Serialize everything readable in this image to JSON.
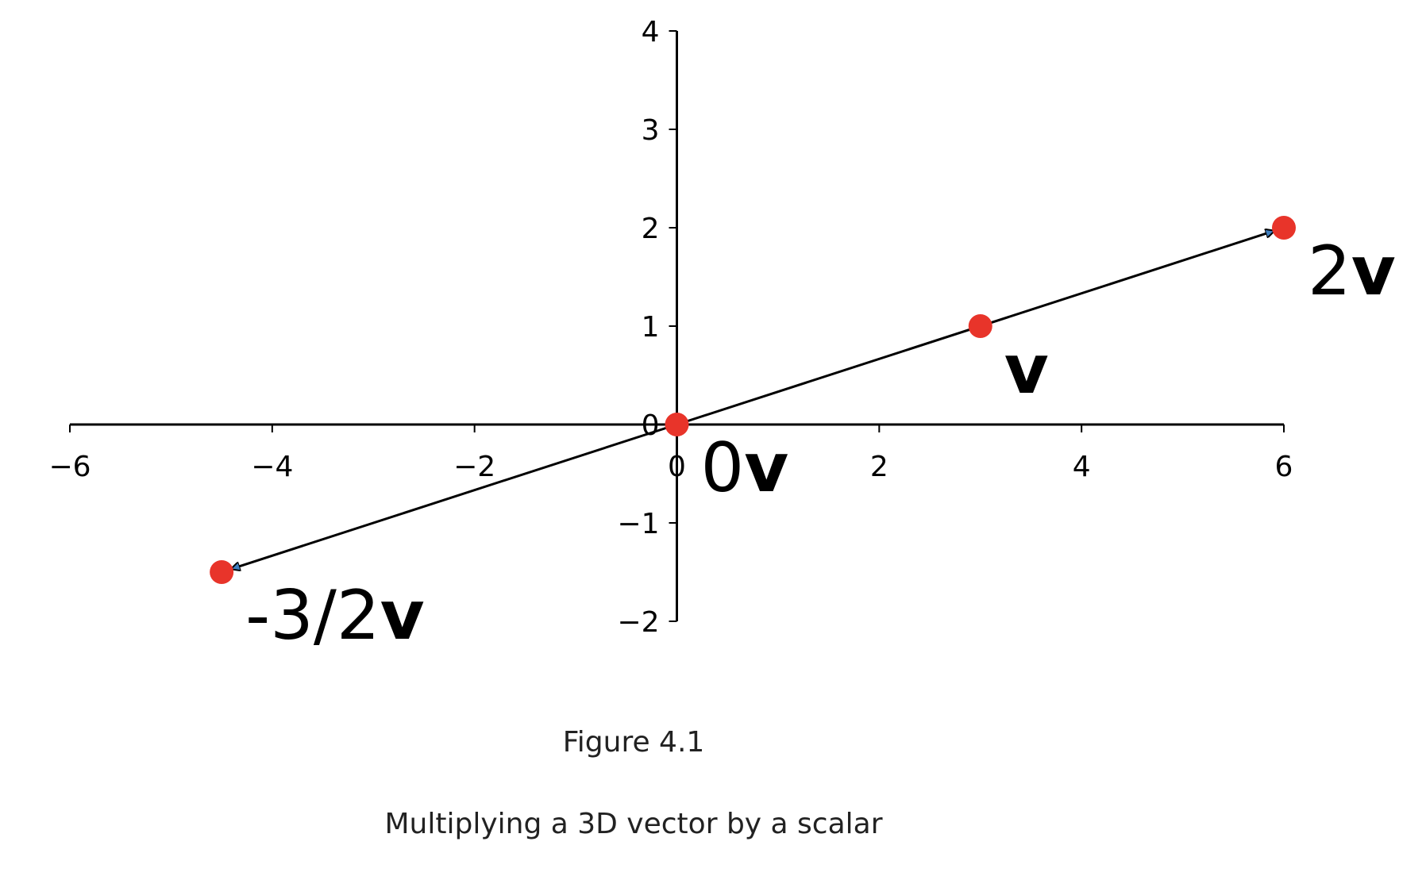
{
  "chart_data": {
    "type": "scatter",
    "title": "",
    "xlabel": "",
    "ylabel": "",
    "xlim": [
      -6,
      6
    ],
    "ylim": [
      -2,
      4
    ],
    "x_ticks": [
      -6,
      -4,
      -2,
      0,
      2,
      4,
      6
    ],
    "x_tick_labels": [
      "−6",
      "−4",
      "−2",
      "0",
      "2",
      "4",
      "6"
    ],
    "y_ticks": [
      -2,
      -1,
      0,
      1,
      2,
      3,
      4
    ],
    "y_tick_labels": [
      "−2",
      "−1",
      "0",
      "1",
      "2",
      "3",
      "4"
    ],
    "grid": false,
    "spines": "centered at origin",
    "points": [
      {
        "x": 6,
        "y": 2,
        "prefix": "2",
        "bold": "v"
      },
      {
        "x": 3,
        "y": 1,
        "prefix": "",
        "bold": "v"
      },
      {
        "x": 0,
        "y": 0,
        "prefix": "0",
        "bold": "v"
      },
      {
        "x": -4.5,
        "y": -1.5,
        "prefix": "-3/2",
        "bold": "v"
      }
    ],
    "arrows": [
      {
        "from": [
          0,
          0
        ],
        "to": [
          6,
          2
        ]
      },
      {
        "from": [
          0,
          0
        ],
        "to": [
          -4.5,
          -1.5
        ]
      }
    ],
    "colors": {
      "point": "#e8342a",
      "arrow": "#000000",
      "arrowhead_fill": "#3f7fbf",
      "axis": "#000000"
    }
  },
  "figure": {
    "number": "Figure 4.1",
    "caption": "Multiplying a 3D vector by a scalar"
  }
}
